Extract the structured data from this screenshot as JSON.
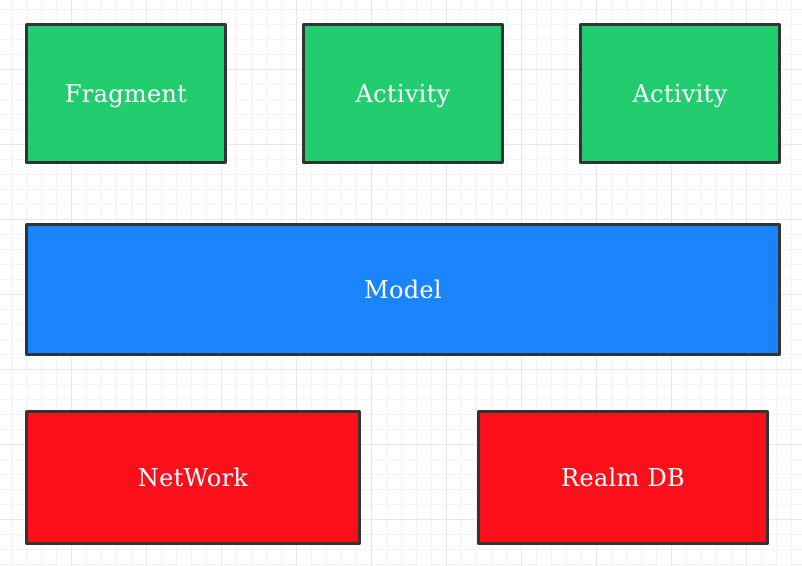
{
  "diagram": {
    "top_row": {
      "fragment": {
        "label": "Fragment",
        "color": "#21cd6f"
      },
      "activity_left": {
        "label": "Activity",
        "color": "#21cd6f"
      },
      "activity_right": {
        "label": "Activity",
        "color": "#21cd6f"
      }
    },
    "middle_row": {
      "model": {
        "label": "Model",
        "color": "#1a84fc"
      }
    },
    "bottom_row": {
      "network": {
        "label": "NetWork",
        "color": "#fc0f1b"
      },
      "realm_db": {
        "label": "Realm DB",
        "color": "#fc0f1b"
      }
    }
  }
}
